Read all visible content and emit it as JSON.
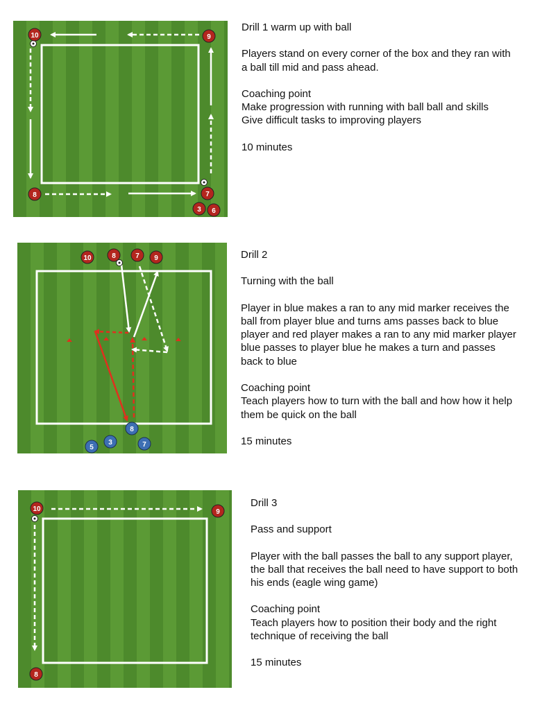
{
  "drill1": {
    "title": "Drill 1 warm up with ball",
    "description": "Players stand on every corner of the box and they ran with a ball till mid and pass ahead.",
    "coaching_heading": "Coaching point",
    "coaching_lines": [
      "Make progression with running with ball ball and skills",
      "Give difficult tasks to improving players"
    ],
    "duration": "10 minutes",
    "players": [
      "10",
      "9",
      "8",
      "7",
      "3",
      "6"
    ]
  },
  "drill2": {
    "title": "Drill 2",
    "subtitle": "Turning with the ball",
    "description": "Player in blue makes a ran to any mid marker receives the ball from player blue and turns ams passes back to blue player and red player makes a ran to any mid marker player blue passes to player blue he makes a turn and passes back to blue",
    "coaching_heading": "Coaching point",
    "coaching_text": "Teach players how to turn with the ball and how how it help them be quick on the ball",
    "duration": "15 minutes",
    "red_players": [
      "10",
      "8",
      "7",
      "9"
    ],
    "blue_players": [
      "8",
      "5",
      "3",
      "7"
    ]
  },
  "drill3": {
    "title": "Drill 3",
    "subtitle": "Pass and support",
    "description": "Player with the ball passes the ball to any support player, the ball that receives the ball need to have support to both his ends (eagle wing game)",
    "coaching_heading": "Coaching point",
    "coaching_text": "Teach players how to position their body and the right technique of receiving the ball",
    "duration": "15 minutes",
    "players": [
      "10",
      "9",
      "8"
    ]
  },
  "colors": {
    "grass_dark": "#4d8a2c",
    "grass_light": "#5b9a35",
    "line": "#ffffff",
    "red_player": "#b3261e",
    "blue_player": "#3d6fb3",
    "red_arrow": "#e0301e"
  }
}
